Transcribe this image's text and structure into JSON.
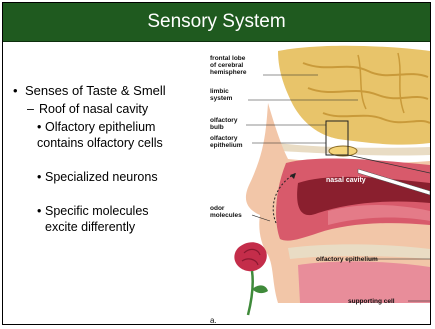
{
  "slide": {
    "title": "Sensory System",
    "bullets": {
      "level1": "Senses of Taste & Smell",
      "level2": "Roof of nasal cavity",
      "level3": [
        {
          "line1": "Olfactory epithelium",
          "line2": "contains olfactory cells"
        },
        {
          "line1": "Specialized neurons"
        },
        {
          "line1": "Specific molecules",
          "line2": "excite differently"
        }
      ]
    },
    "diagram": {
      "labels": {
        "frontal_lobe": [
          "frontal lobe",
          "of cerebral",
          "hemisphere"
        ],
        "limbic_system": [
          "limbic",
          "system"
        ],
        "olfactory_bulb": [
          "olfactory",
          "bulb"
        ],
        "olfactory_epithelium_top": [
          "olfactory",
          "epithelium"
        ],
        "nasal_cavity": "nasal cavity",
        "odor_molecules": [
          "odor",
          "molecules"
        ],
        "olfactory_epithelium_bottom": "olfactory epithelium",
        "supporting_cell": "supporting cell",
        "figure_letter": "a."
      },
      "colors": {
        "brain": "#e8c46a",
        "brain_fold": "#c99a3a",
        "skin": "#f2c6a8",
        "nasal_tissue": "#d85a6b",
        "cavity_dark": "#8a1f2e",
        "bone": "#e9dcc4",
        "flower": "#c42d4a",
        "stem": "#3f8a3a"
      }
    }
  },
  "theme": {
    "title_bar": "#1f5a1f",
    "title_text": "#ffffff"
  }
}
